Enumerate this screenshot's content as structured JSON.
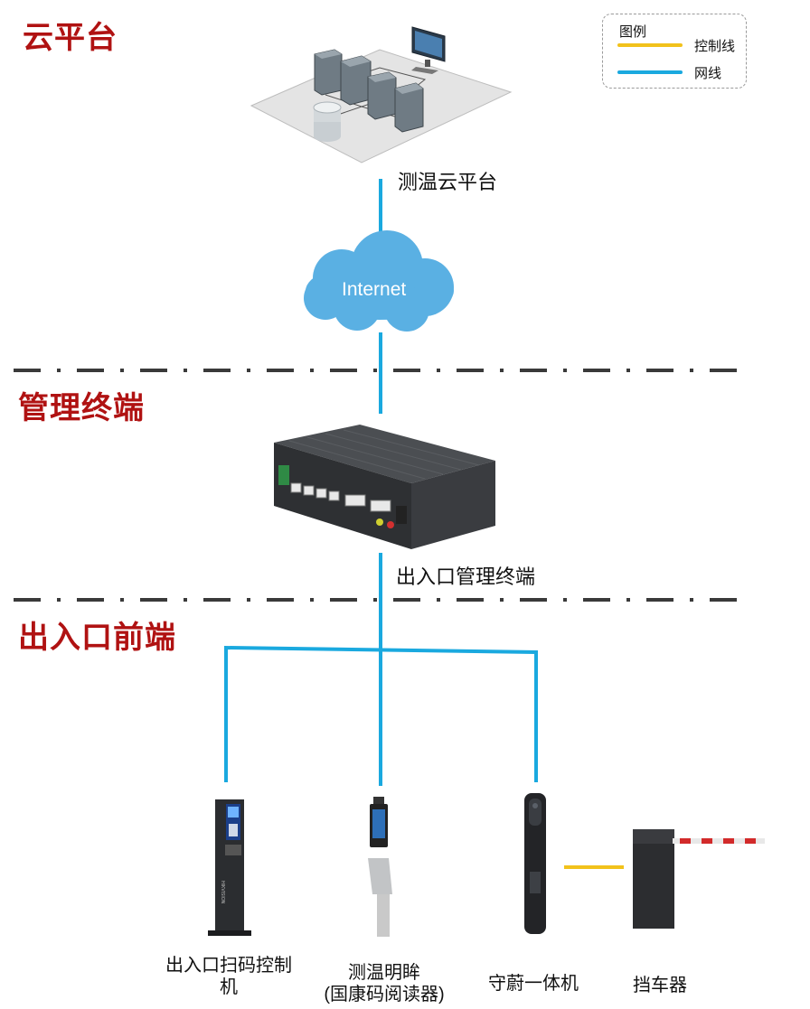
{
  "sections": {
    "cloud": "云平台",
    "manage": "管理终端",
    "front": "出入口前端"
  },
  "legend": {
    "title": "图例",
    "items": [
      {
        "label": "控制线",
        "color": "#f2c21b"
      },
      {
        "label": "网线",
        "color": "#1aa9df"
      }
    ]
  },
  "nodes": {
    "cloud_platform": "测温云平台",
    "internet": "Internet",
    "terminal": "出入口管理终端",
    "scan_controller_line1": "出入口扫码控制",
    "scan_controller_line2": "机",
    "temp_reader_line1": "测温明眸",
    "temp_reader_line2": "(国康码阅读器)",
    "guard_unit": "守蔚一体机",
    "barrier": "挡车器"
  },
  "brand": "HIKVISION",
  "colors": {
    "section_title": "#b01212",
    "network_line": "#1aa9df",
    "control_line": "#f2c21b",
    "divider": "#3a3a3a",
    "cloud_fill": "#5ab0e3"
  }
}
